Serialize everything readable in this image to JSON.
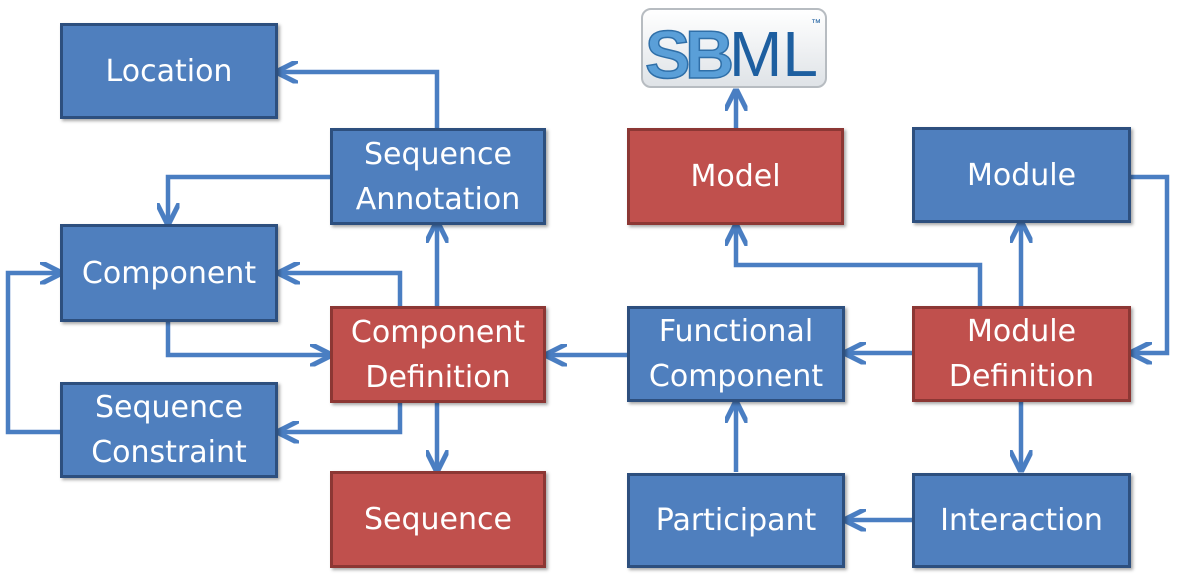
{
  "logo": {
    "text_s": "S",
    "text_b": "B",
    "text_ml": "ML",
    "tm": "™"
  },
  "nodes": {
    "location": "Location",
    "sequence_annotation": "Sequence\nAnnotation",
    "component": "Component",
    "component_definition": "Component\nDefinition",
    "sequence_constraint": "Sequence\nConstraint",
    "sequence": "Sequence",
    "model": "Model",
    "module": "Module",
    "functional_component": "Functional\nComponent",
    "module_definition": "Module\nDefinition",
    "participant": "Participant",
    "interaction": "Interaction"
  },
  "colors": {
    "blue_fill": "#4f7fbe",
    "red_fill": "#c0504d",
    "arrow": "#4a7ec2"
  }
}
